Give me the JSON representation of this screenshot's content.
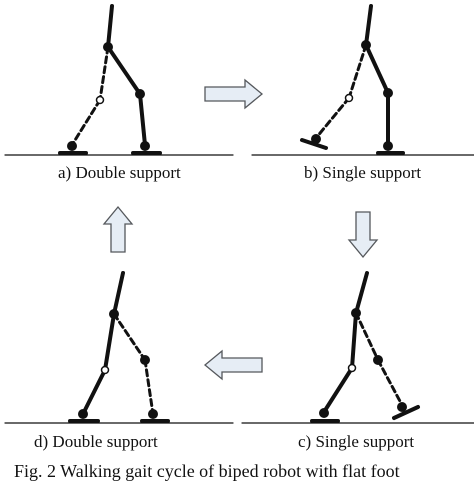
{
  "panels": [
    {
      "id": "a",
      "label": "a)  Double support"
    },
    {
      "id": "b",
      "label": "b) Single support"
    },
    {
      "id": "c",
      "label": "c)  Single support"
    },
    {
      "id": "d",
      "label": "d)  Double support"
    }
  ],
  "caption": "Fig. 2 Walking gait cycle of biped robot with flat foot",
  "colors": {
    "line": "#111111",
    "arrow_fill": "#e6edf5",
    "arrow_stroke": "#55585c"
  }
}
